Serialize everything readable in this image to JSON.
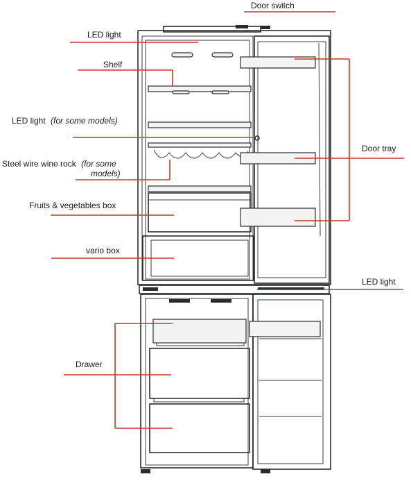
{
  "labels": {
    "door_switch": "Door switch",
    "led_light_top": "LED light",
    "shelf": "Shelf",
    "led_light_mid": "LED light",
    "led_light_mid_note": "(for some models)",
    "wine_rack_line1": "Steel wire wine rock",
    "wine_rack_note_line1": "(for some",
    "wine_rack_note_line2": "models)",
    "fruits_box": "Fruits & vegetables box",
    "vario_box": "vario box",
    "drawer": "Drawer",
    "door_tray": "Door tray",
    "led_light_right": "LED light"
  },
  "colors": {
    "leader": "#c0392b",
    "outline": "#2b2b2b"
  }
}
